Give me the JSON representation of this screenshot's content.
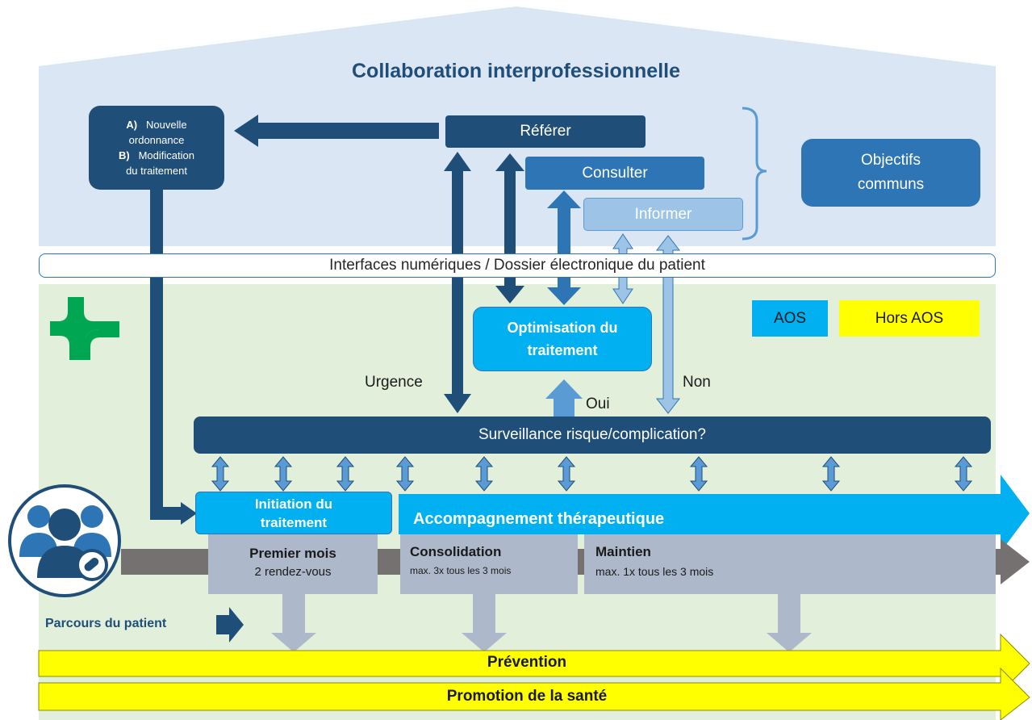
{
  "title": "Collaboration  interprofessionnelle",
  "prescription_box": {
    "line_a_marker": "A)",
    "line_a": "Nouvelle",
    "line_a2": "ordonnance",
    "line_b_marker": "B)",
    "line_b": "Modification",
    "line_b2": "du traitement"
  },
  "actions": {
    "referer": "Référer",
    "consulter": "Consulter",
    "informer": "Informer"
  },
  "objectifs": {
    "line1": "Objectifs",
    "line2": "communs"
  },
  "interfaces": "Interfaces numériques / Dossier électronique du patient",
  "legend": {
    "aos": "AOS",
    "hors_aos": "Hors AOS"
  },
  "optimisation": {
    "line1": "Optimisation du",
    "line2": "traitement"
  },
  "decision_labels": {
    "urgence": "Urgence",
    "oui": "Oui",
    "non": "Non"
  },
  "surveillance": "Surveillance   risque/complication?",
  "initiation": {
    "line1": "Initiation du",
    "line2": "traitement"
  },
  "accompagnement": "Accompagnement  thérapeutique",
  "phases": {
    "premier": {
      "title": "Premier mois",
      "detail": "2 rendez-vous"
    },
    "consolidation": {
      "title": "Consolidation",
      "detail": "max. 3x tous les 3 mois"
    },
    "maintien": {
      "title": "Maintien",
      "detail": "max. 1x tous les 3 mois"
    }
  },
  "parcours": "Parcours du patient",
  "bands": {
    "prevention": "Prévention",
    "promotion": "Promotion de la santé"
  },
  "colors": {
    "dark_navy": "#1f4e79",
    "mid_blue": "#2e75b6",
    "light_blue": "#9dc3e6",
    "cyan": "#00b0f0",
    "yellow": "#ffff00",
    "grey_box": "#adb9ca",
    "grey_arrow": "#767171",
    "green_cross": "#00a651",
    "roof": "#dae6f4",
    "green_bg": "#e2efda"
  }
}
